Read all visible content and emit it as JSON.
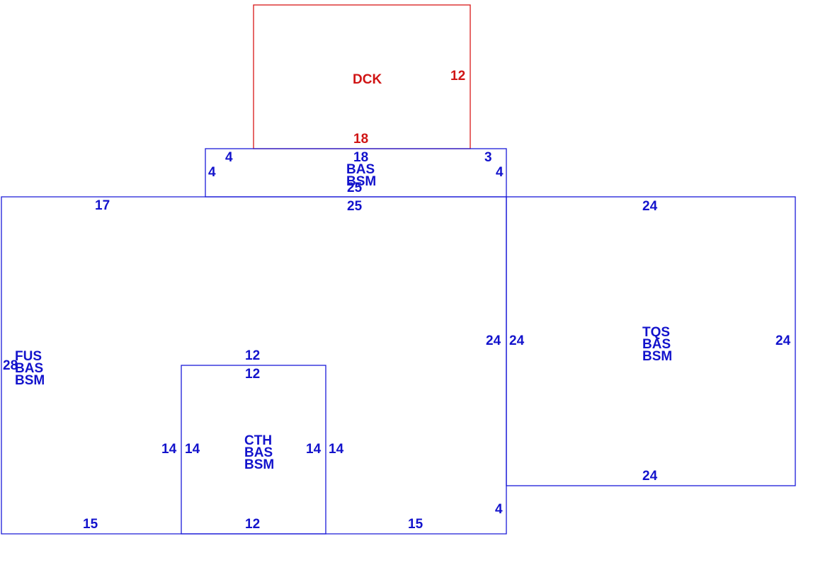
{
  "colors": {
    "structure": "#1313cc",
    "deck": "#d01414"
  },
  "areas": {
    "deck": {
      "codes": [
        "DCK"
      ],
      "dims": [
        "12",
        "18"
      ]
    },
    "top_bump": {
      "codes": [
        "BAS",
        "BSM"
      ],
      "dims": [
        "4",
        "18",
        "3",
        "4",
        "4",
        "25"
      ]
    },
    "main": {
      "codes": [
        "FUS",
        "BAS",
        "BSM"
      ],
      "dims": [
        "17",
        "25",
        "24",
        "28",
        "15",
        "15",
        "4"
      ]
    },
    "right_wing": {
      "codes": [
        "TQS",
        "BAS",
        "BSM"
      ],
      "dims": [
        "24",
        "24",
        "24",
        "24"
      ]
    },
    "inner_room": {
      "codes": [
        "CTH",
        "BAS",
        "BSM"
      ],
      "dims": [
        "12",
        "12",
        "14",
        "14",
        "14",
        "14",
        "12"
      ]
    }
  }
}
